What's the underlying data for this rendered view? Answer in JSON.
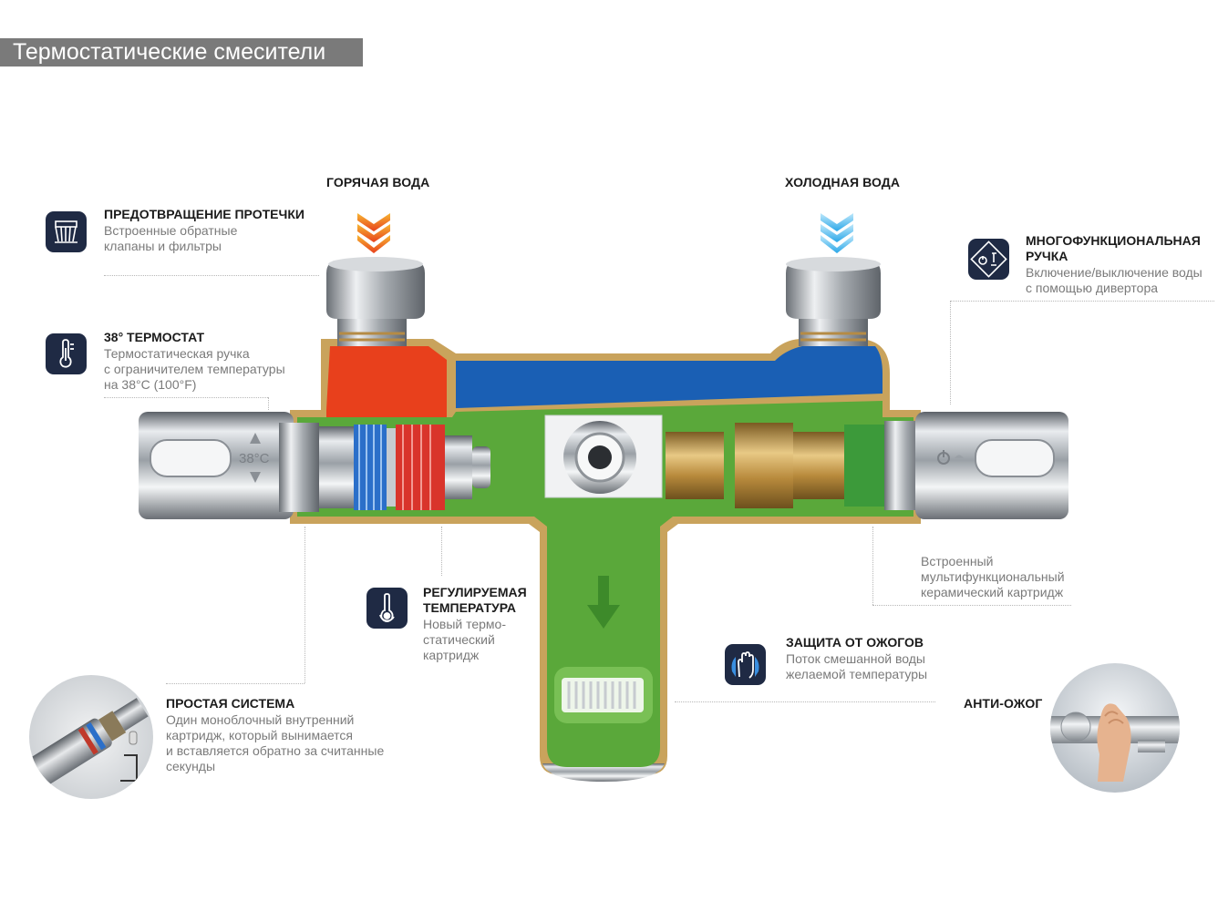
{
  "title": "Термостатические смесители",
  "labels": {
    "hot": "ГОРЯЧАЯ ВОДА",
    "cold": "ХОЛОДНАЯ ВОДА",
    "anti_scald": "АНТИ-ОЖОГ"
  },
  "thermostat_display": "38°C",
  "features": [
    {
      "id": "leak",
      "title": "ПРЕДОТВРАЩЕНИЕ ПРОТЕЧКИ",
      "lines": [
        "Встроенные обратные",
        "клапаны и фильтры"
      ],
      "icon": "filter-icon"
    },
    {
      "id": "thermostat",
      "title": "38° ТЕРМОСТАТ",
      "lines": [
        "Термостатическая ручка",
        "с ограничителем температуры",
        "на 38°С (100°F)"
      ],
      "icon": "thermometer-icon"
    },
    {
      "id": "handle",
      "title_lines": [
        "МНОГОФУНКЦИОНАЛЬНАЯ",
        "РУЧКА"
      ],
      "lines": [
        "Включение/выключение воды",
        "с помощью дивертора"
      ],
      "icon": "shower-diverter-icon"
    },
    {
      "id": "adjustable",
      "title_lines": [
        "РЕГУЛИРУЕМАЯ",
        "ТЕМПЕРАТУРА"
      ],
      "lines": [
        "Новый термо-",
        "статический",
        "картридж"
      ],
      "icon": "temperature-gauge-icon"
    },
    {
      "id": "ceramic",
      "lines": [
        "Встроенный",
        "мультифункциональный",
        "керамический картридж"
      ]
    },
    {
      "id": "burn",
      "title": "ЗАЩИТА ОТ ОЖОГОВ",
      "lines": [
        "Поток смешанной воды",
        "желаемой температуры"
      ],
      "icon": "hand-water-icon"
    },
    {
      "id": "simple",
      "title": "ПРОСТАЯ СИСТЕМА",
      "lines": [
        "Один моноблочный внутренний",
        "картридж, который вынимается",
        "и вставляется обратно за считанные",
        "секунды"
      ]
    }
  ],
  "colors": {
    "hot": "#e8401c",
    "cold": "#1a5fb4",
    "mixed": "#5aa83a",
    "brass": "#c9a35c",
    "icon_bg": "#1f2a44",
    "title_bar": "#7a7a7a"
  }
}
